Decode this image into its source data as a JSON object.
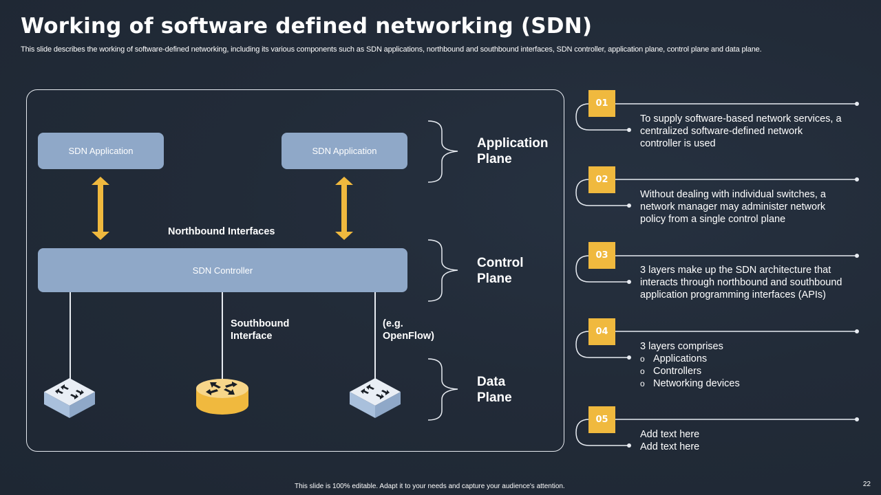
{
  "header": {
    "title": "Working of software defined networking (SDN)",
    "subtitle": "This slide describes the working of software-defined networking, including its various components such as SDN applications, northbound and southbound interfaces, SDN controller, application plane, control plane and data plane."
  },
  "diagram": {
    "app_left": "SDN Application",
    "app_right": "SDN Application",
    "northbound_label": "Northbound Interfaces",
    "controller": "SDN Controller",
    "southbound_label_1": "Southbound",
    "southbound_label_2": "Interface",
    "openflow_label_1": "(e.g.",
    "openflow_label_2": "OpenFlow)",
    "devices": [
      {
        "type": "switch-icon"
      },
      {
        "type": "router-icon"
      },
      {
        "type": "switch-icon"
      }
    ]
  },
  "planes": [
    {
      "line1": "Application",
      "line2": "Plane"
    },
    {
      "line1": "Control",
      "line2": "Plane"
    },
    {
      "line1": "Data",
      "line2": "Plane"
    }
  ],
  "points": [
    {
      "number": "01",
      "lines": [
        "To supply software-based network services, a",
        "centralized software-defined network",
        "controller is used"
      ]
    },
    {
      "number": "02",
      "lines": [
        "Without dealing with individual  switches, a",
        "network manager may administer network",
        "policy from a single control plane"
      ]
    },
    {
      "number": "03",
      "lines": [
        "3 layers make up the SDN architecture that",
        "interacts through northbound and southbound",
        "application programming interfaces (APIs)"
      ]
    },
    {
      "number": "04",
      "intro": "3 layers comprises",
      "bullets": [
        "Applications",
        "Controllers",
        "Networking devices"
      ],
      "bullet_glyph": "o"
    },
    {
      "number": "05",
      "lines": [
        "Add text here",
        "Add text here"
      ]
    }
  ],
  "footer": {
    "note": "This slide is 100% editable.  Adapt it to your needs and capture your audience's attention.",
    "page_number": "22"
  },
  "colors": {
    "accent": "#f0b93e",
    "box": "#8fa8c8",
    "background": "#222b38",
    "line": "#e8ecf2"
  }
}
